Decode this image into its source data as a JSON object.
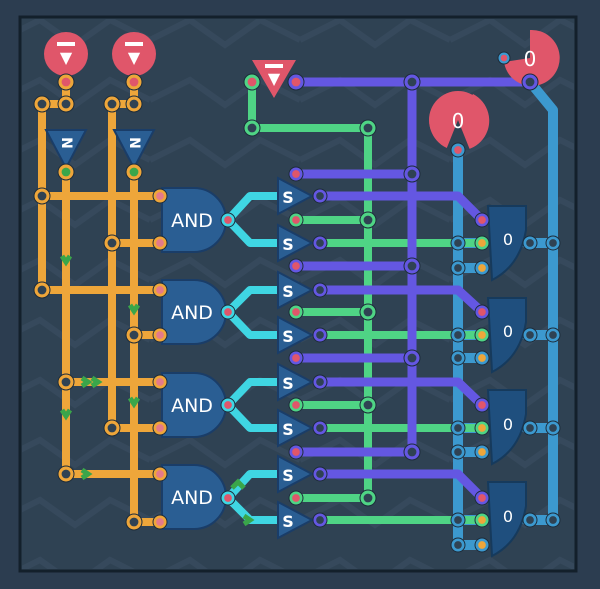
{
  "colors": {
    "background": "#2c3d50",
    "board": "#2f4253",
    "board_border": "#13202b",
    "orange_wire": "#eea63a",
    "green_wire": "#4fd485",
    "purple_wire": "#6457e2",
    "cyan_wire": "#3fd6e3",
    "blue_wire": "#3c99cf",
    "gate_fill": "#2a5e93",
    "gate_stroke": "#1a3d68",
    "input_red": "#e0566a",
    "pin_pink": "#e47a8a"
  },
  "inputs": [
    {
      "name": "input-1",
      "glyph": "▼"
    },
    {
      "name": "input-2",
      "glyph": "▼"
    },
    {
      "name": "input-3",
      "glyph": "▼"
    }
  ],
  "not_gates": [
    {
      "label": "N"
    },
    {
      "label": "N"
    }
  ],
  "and_gates": [
    {
      "label": "AND"
    },
    {
      "label": "AND"
    },
    {
      "label": "AND"
    },
    {
      "label": "AND"
    }
  ],
  "splitters": [
    {
      "label": "S"
    },
    {
      "label": "S"
    },
    {
      "label": "S"
    },
    {
      "label": "S"
    },
    {
      "label": "S"
    },
    {
      "label": "S"
    },
    {
      "label": "S"
    },
    {
      "label": "S"
    }
  ],
  "outputs": [
    {
      "label": "0"
    },
    {
      "label": "0"
    },
    {
      "label": "0"
    },
    {
      "label": "0"
    }
  ],
  "bus_displays": [
    {
      "value": "0"
    },
    {
      "value": "0"
    }
  ]
}
